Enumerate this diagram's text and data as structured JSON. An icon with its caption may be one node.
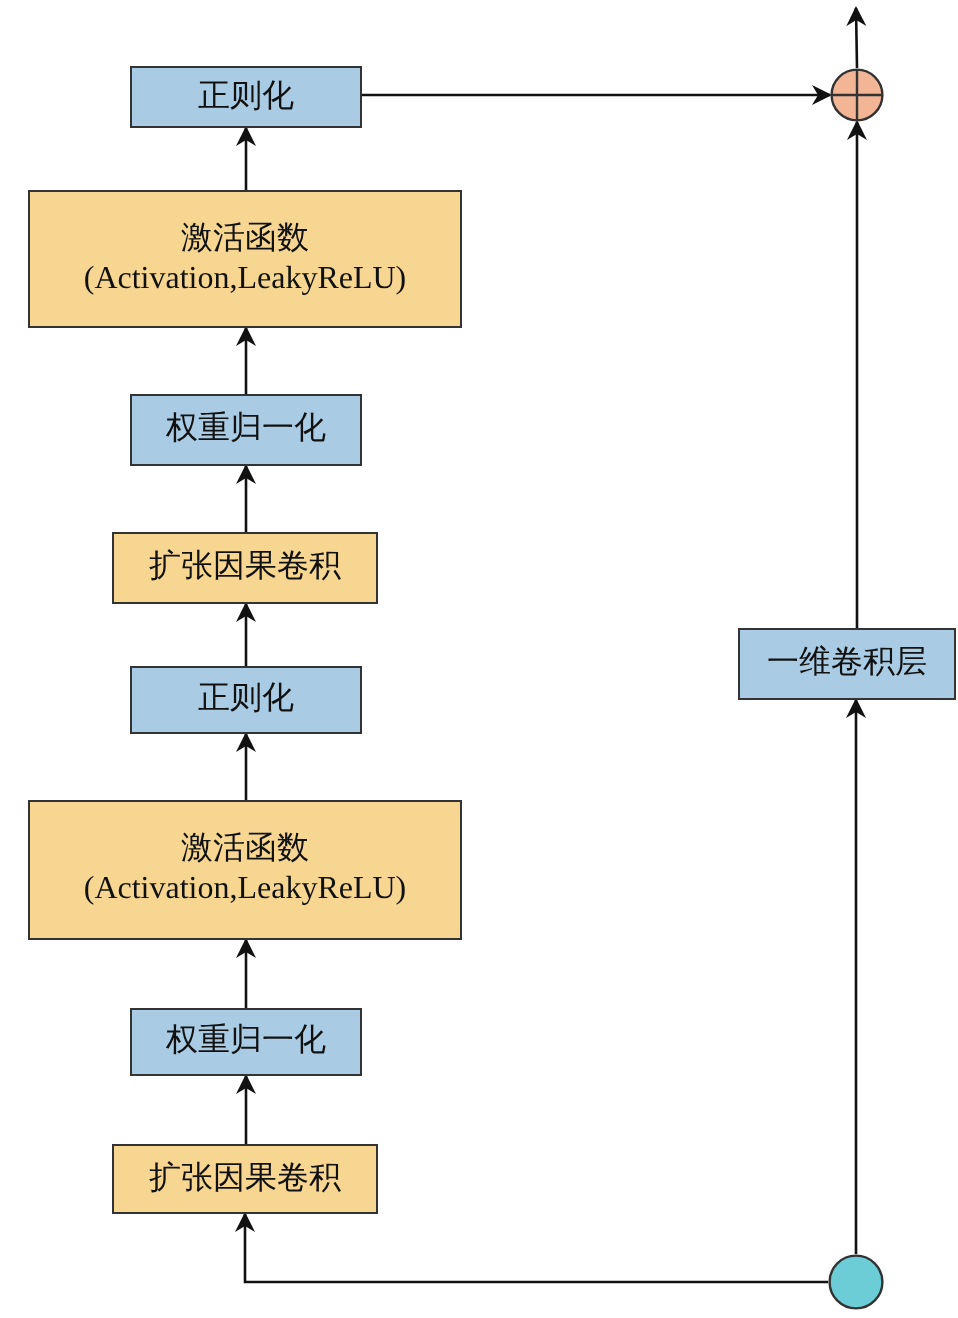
{
  "diagram": {
    "nodes": [
      {
        "text": [
          "正则化"
        ]
      },
      {
        "text": [
          "激活函数 (Activation,LeakyReLU)"
        ]
      },
      {
        "text": [
          "权重归一化"
        ]
      },
      {
        "text": [
          "扩张因果卷积"
        ]
      },
      {
        "text": [
          "正则化"
        ]
      },
      {
        "text": [
          "激活函数 (Activation,LeakyReLU)"
        ]
      },
      {
        "text": [
          "权重归一化"
        ]
      },
      {
        "text": [
          "扩张因果卷积"
        ]
      },
      {
        "text": [
          "一维卷积层"
        ]
      },
      {
        "text": [],
        "shape": "circle"
      },
      {
        "text": [],
        "shape": "circle"
      }
    ],
    "edges": [
      {
        "from": 7,
        "to": 6,
        "arrow": "to"
      },
      {
        "from": 6,
        "to": 5,
        "arrow": "to"
      },
      {
        "from": 5,
        "to": 4,
        "arrow": "to"
      },
      {
        "from": 4,
        "to": 3,
        "arrow": "to"
      },
      {
        "from": 3,
        "to": 2,
        "arrow": "to"
      },
      {
        "from": 2,
        "to": 1,
        "arrow": "to"
      },
      {
        "from": 1,
        "to": 0,
        "arrow": "to"
      },
      {
        "from": 0,
        "to": 9,
        "arrow": "to"
      },
      {
        "from": 10,
        "to": 7,
        "arrow": "to"
      },
      {
        "from": 10,
        "to": 8,
        "arrow": "to"
      },
      {
        "from": 8,
        "to": 9,
        "arrow": "to"
      },
      {
        "from": 9,
        "to": null,
        "arrow": "to"
      }
    ]
  }
}
